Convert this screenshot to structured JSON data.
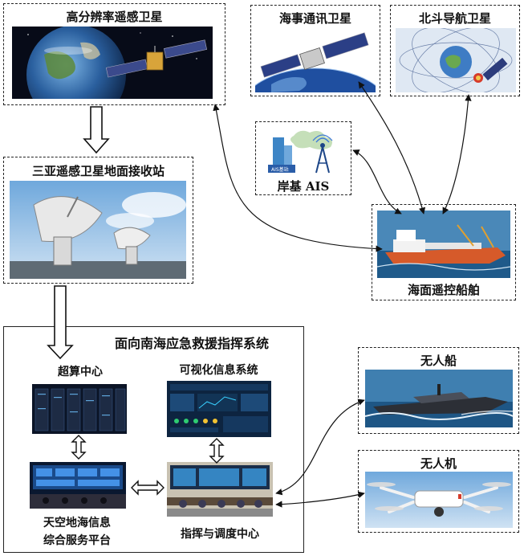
{
  "nodes": {
    "hires_satellite": "高分辨率遥感卫星",
    "maritime_satellite": "海事通讯卫星",
    "beidou_satellite": "北斗导航卫星",
    "sanya_station": "三亚遥感卫星地面接收站",
    "shore_ais": "岸基 AIS",
    "ais_icon_text": "AIS基站",
    "remote_ship": "海面遥控船舶",
    "system_title": "面向南海应急救援指挥系统",
    "supercomputing": "超算中心",
    "visualization": "可视化信息系统",
    "integrated_platform_line1": "天空地海信息",
    "integrated_platform_line2": "综合服务平台",
    "command_center": "指挥与调度中心",
    "unmanned_boat": "无人船",
    "drone": "无人机"
  }
}
